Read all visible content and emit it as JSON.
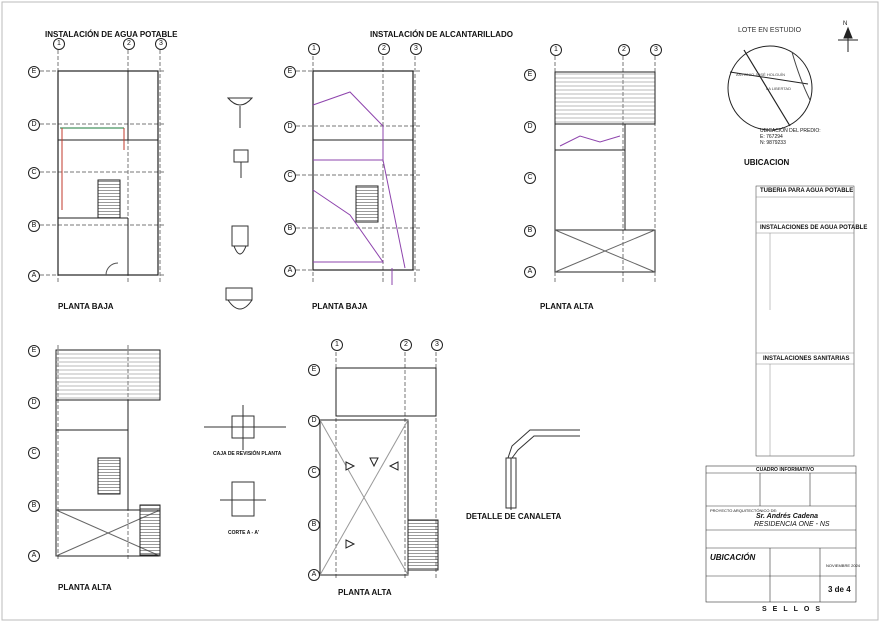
{
  "headings": {
    "agua_potable": "INSTALACIÓN DE AGUA POTABLE",
    "alcantarillado": "INSTALACIÓN DE ALCANTARILLADO",
    "lote": "LOTE EN ESTUDIO"
  },
  "axes": {
    "cols": [
      "1",
      "2",
      "3"
    ],
    "rows": [
      "E",
      "D",
      "C",
      "B",
      "A"
    ]
  },
  "plans": {
    "planta_baja": "PLANTA BAJA",
    "planta_alta": "PLANTA ALTA",
    "detalle_canaleta": "DETALLE DE CANALETA",
    "caja_revision": "CAJA DE REVISIÓN PLANTA",
    "corte": "CORTE A - A'",
    "ubicacion": "UBICACION"
  },
  "map": {
    "street1": "ANTONIO JOSÉ HOLGUÍN",
    "street2": "LA LIBERTAD",
    "caption": "UBICACIÓN DEL PREDIO:",
    "e": "E: 767294",
    "n": "N: 9879233",
    "north": "N"
  },
  "legend": {
    "tuberia": "TUBERIA PARA AGUA POTABLE",
    "agua": "INSTALACIONES DE AGUA POTABLE",
    "sanitarias": "INSTALACIONES SANITARIAS"
  },
  "block": {
    "cuadro": "CUADRO INFORMATIVO",
    "proyecto": "PROYECTO ARQUITECTÓNICO DE:",
    "cliente": "Sr. Andrés Cadena",
    "residencia": "RESIDENCIA ONE - NS",
    "ubicacion": "UBICACIÓN",
    "fecha": "NOVIEMBRE 2024",
    "lamina": "3 de 4",
    "sellos": "SELLOS"
  }
}
